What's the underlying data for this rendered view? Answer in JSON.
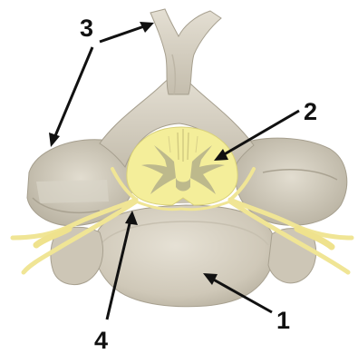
{
  "diagram": {
    "labels": {
      "vertebral_body": "1",
      "spinal_cord": "2",
      "processes": "3",
      "spinal_nerve": "4"
    },
    "colors": {
      "bone": "#d8d2c3",
      "bone_shade": "#b9b2a2",
      "bone_light": "#ebe6da",
      "cord": "#f4ee9a",
      "cord_grey": "#bdb98c",
      "nerve": "#f0e595",
      "arrow": "#111111",
      "text": "#111111"
    }
  }
}
